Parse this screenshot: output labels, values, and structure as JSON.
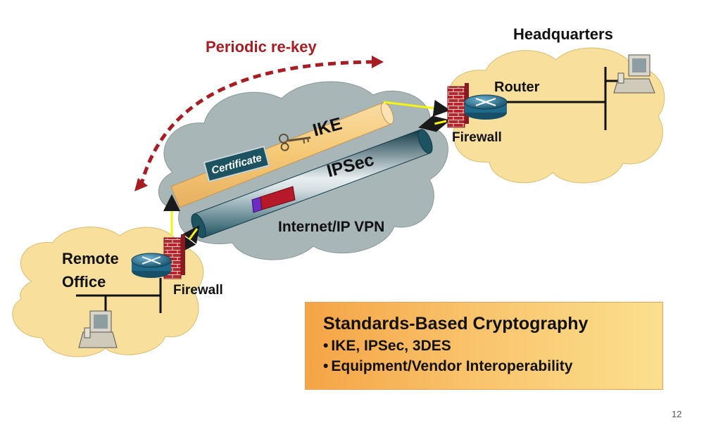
{
  "annotation": {
    "periodic_rekey": "Periodic re-key"
  },
  "headquarters": {
    "title": "Headquarters",
    "router_label": "Router",
    "firewall_label": "Firewall"
  },
  "remote_office": {
    "title": "Remote\nOffice",
    "firewall_label": "Firewall"
  },
  "cloud": {
    "label": "Internet/IP VPN"
  },
  "tunnels": {
    "ike_label": "IKE",
    "ipsec_label": "IPSec",
    "certificate_label": "Certificate"
  },
  "standards_box": {
    "title": "Standards-Based Cryptography",
    "bullets": [
      {
        "dot": "•",
        "text": "IKE, IPSec, 3DES"
      },
      {
        "dot": "•",
        "text": "Equipment/Vendor Interoperability"
      }
    ]
  },
  "page_number": "12",
  "colors": {
    "cloud_gray": "#a9b6b8",
    "cloud_yellow": "#f8e09c",
    "ike_tube": "#f5c874",
    "ipsec_tube": "#1d5261",
    "arrow_yellow": "#f4f40e",
    "rekey_red": "#a81c24",
    "firewall_brick": "#b8232c",
    "router_blue": "#1f6a8a"
  },
  "icons": [
    "router-icon",
    "firewall-icon",
    "workstation-icon",
    "key-icon"
  ]
}
